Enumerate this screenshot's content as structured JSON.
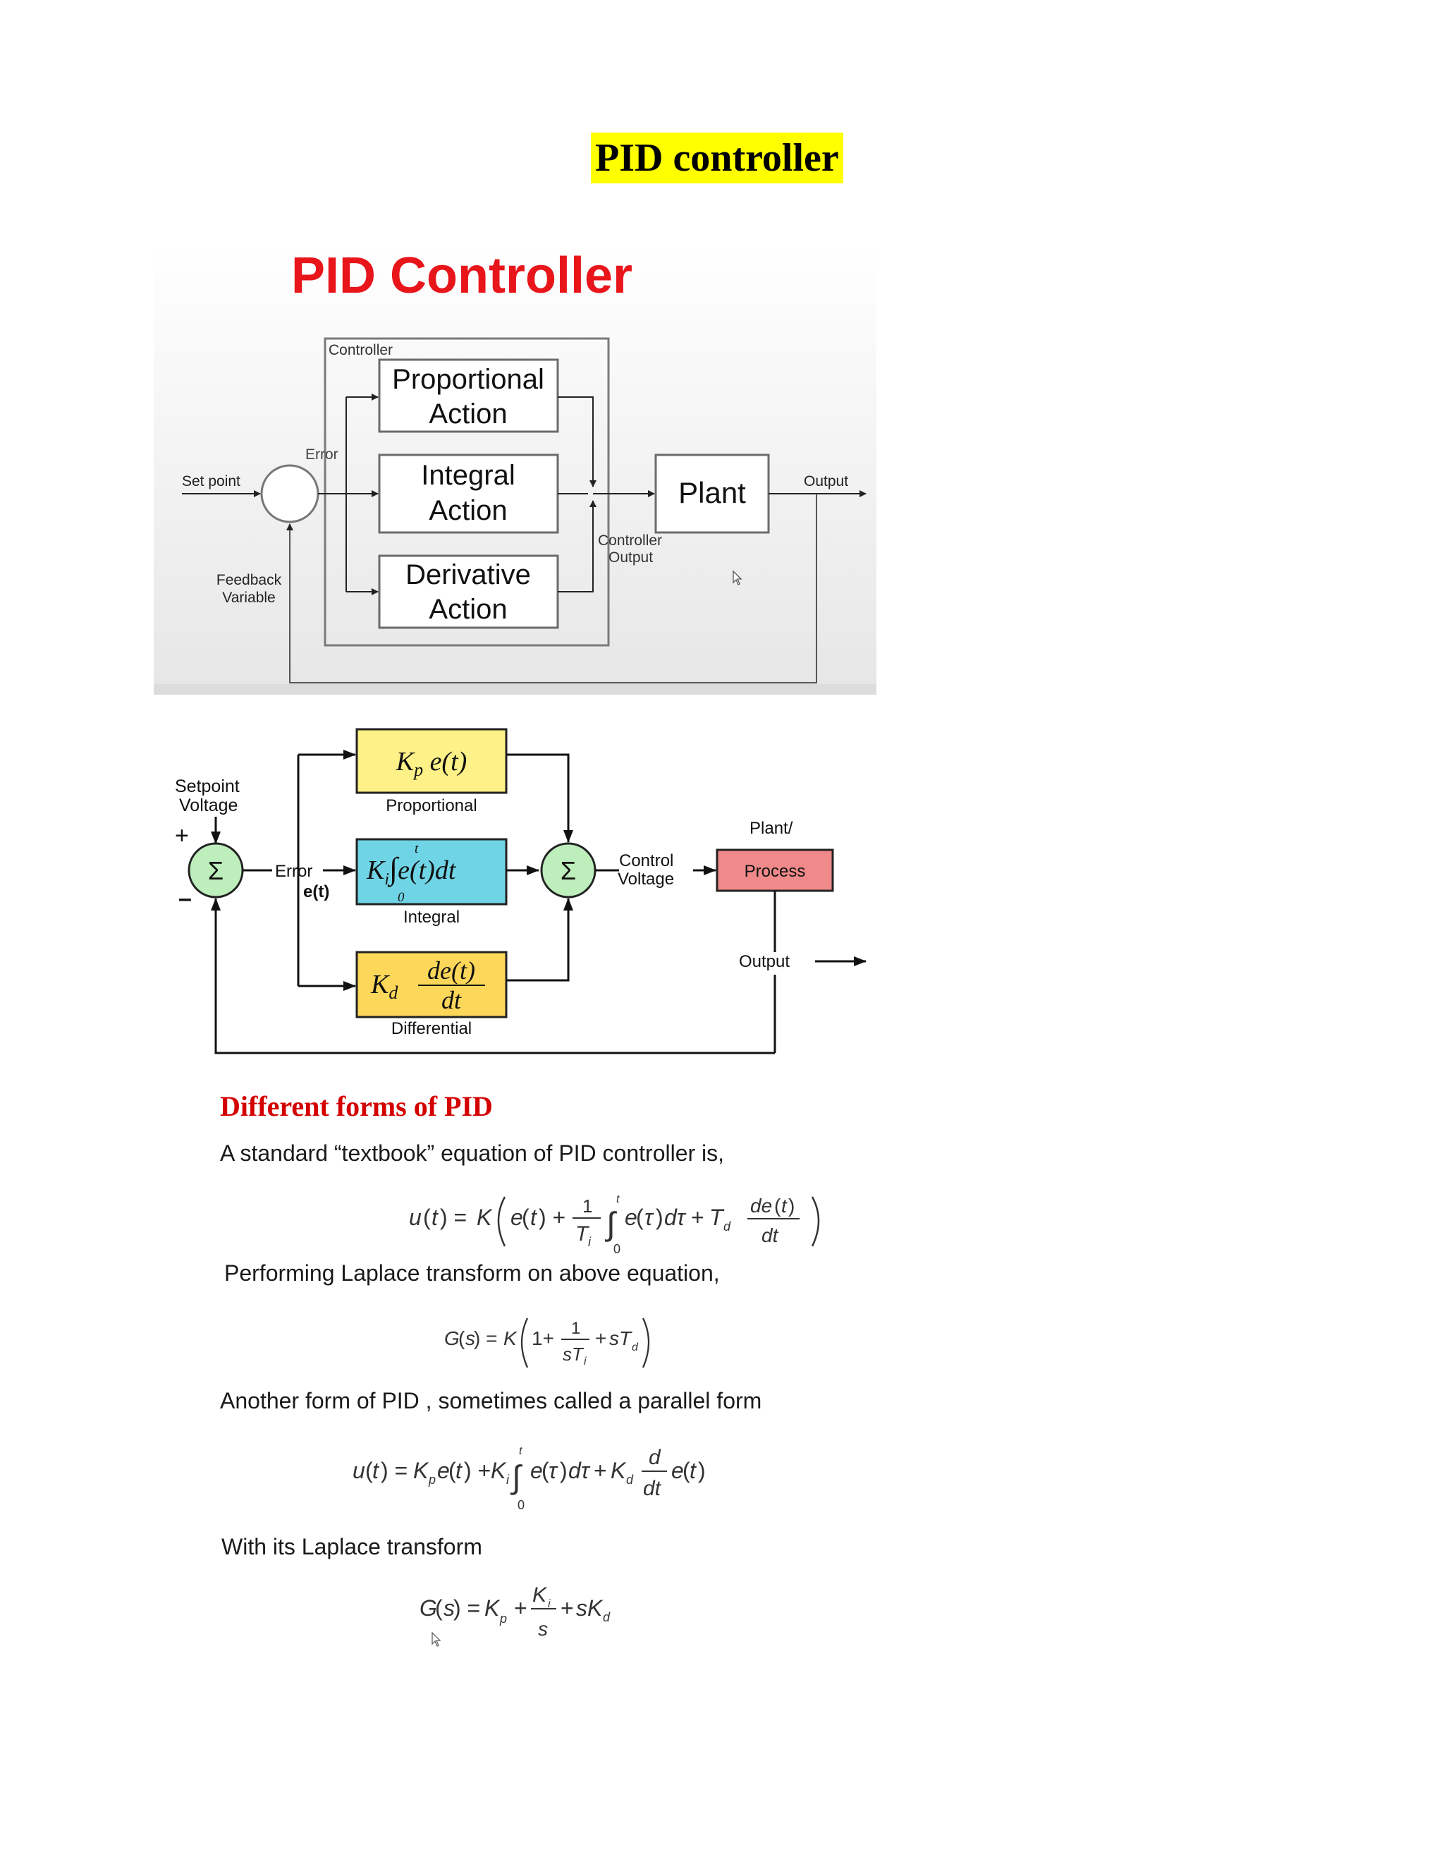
{
  "page": {
    "title": "PID controller"
  },
  "figure1": {
    "heading": "PID Controller",
    "controller_label": "Controller",
    "blocks": {
      "proportional": [
        "Proportional",
        "Action"
      ],
      "integral": [
        "Integral",
        "Action"
      ],
      "derivative": [
        "Derivative",
        "Action"
      ],
      "plant": "Plant"
    },
    "labels": {
      "set_point": "Set point",
      "error": "Error",
      "feedback": [
        "Feedback",
        "Variable"
      ],
      "controller_output": [
        "Controller",
        "Output"
      ],
      "output": "Output"
    },
    "colors": {
      "heading": "#e8151b",
      "block_border": "#6b6b6b",
      "background": "#f2f2f2"
    }
  },
  "figure2": {
    "setpoint": [
      "Setpoint",
      "Voltage"
    ],
    "plus": "+",
    "minus": "–",
    "sigma": "Σ",
    "error": "Error",
    "error_signal": "e(t)",
    "proportional_label": "Proportional",
    "integral_label": "Integral",
    "differential_label": "Differential",
    "control_voltage": [
      "Control",
      "Voltage"
    ],
    "plant_process": [
      "Plant/",
      "Process"
    ],
    "output": "Output",
    "colors": {
      "proportional": "#fdf187",
      "integral": "#6fd5e6",
      "differential": "#fdd75a",
      "process": "#f08a8a",
      "sum": "#bdeebb"
    }
  },
  "forms": {
    "heading": "Different forms of PID",
    "intro": "A standard “textbook” equation of PID controller is,",
    "laplace_intro": "Performing Laplace transform on above equation,",
    "parallel_intro": "Another form of PID , sometimes called a parallel form",
    "parallel_laplace_intro": "With its Laplace transform",
    "heading_color": "#d40000"
  }
}
